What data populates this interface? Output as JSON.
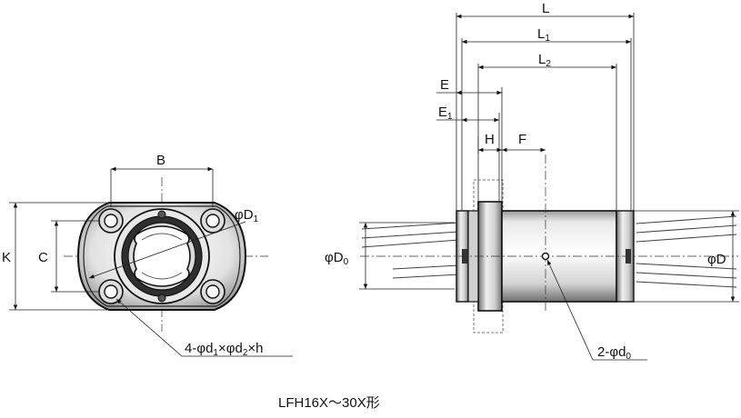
{
  "labels": {
    "L": "L",
    "L1": "L",
    "L1_sub": "1",
    "L2": "L",
    "L2_sub": "2",
    "E": "E",
    "E1": "E",
    "E1_sub": "1",
    "H": "H",
    "F": "F",
    "B": "B",
    "K": "K",
    "C": "C",
    "phiD1": "φD",
    "phiD1_sub": "1",
    "phiD0": "φD",
    "phiD0_sub": "0",
    "phiD": "φD",
    "holes_a": "4-φd",
    "holes_a_sub": "1",
    "holes_b": "×φd",
    "holes_b_sub": "2",
    "holes_c": "×h",
    "lube_a": "2-φd",
    "lube_a_sub": "0"
  },
  "caption": "LFH16X～30X形",
  "colors": {
    "line": "#111111",
    "shadow": "#3a3a3a",
    "metal_light": "#f2f2f2",
    "metal_mid": "#bdbdbd",
    "metal_dark": "#2b2b2b"
  }
}
